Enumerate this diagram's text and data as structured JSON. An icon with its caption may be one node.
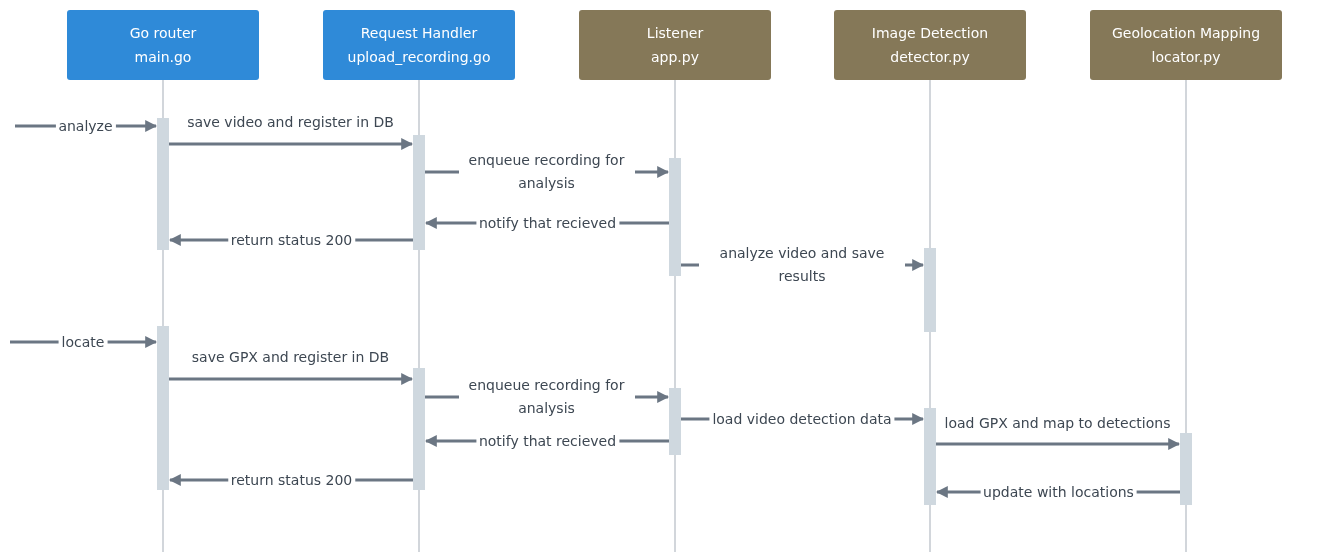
{
  "diagram": {
    "nodes": [
      {
        "text": [
          "Go router",
          "main.go"
        ]
      },
      {
        "text": [
          "Request Handler",
          "upload_recording.go"
        ]
      },
      {
        "text": [
          "Listener",
          "app.py"
        ]
      },
      {
        "text": [
          "Image Detection",
          "detector.py"
        ]
      },
      {
        "text": [
          "Geolocation Mapping",
          "locator.py"
        ]
      },
      {
        "text": [],
        "shape": "bar"
      },
      {
        "text": [],
        "shape": "bar"
      },
      {
        "text": [],
        "shape": "bar"
      },
      {
        "text": [],
        "shape": "bar"
      },
      {
        "text": [],
        "shape": "bar"
      },
      {
        "text": [],
        "shape": "bar"
      },
      {
        "text": [],
        "shape": "bar"
      },
      {
        "text": [],
        "shape": "bar"
      },
      {
        "text": [],
        "shape": "bar"
      }
    ],
    "edges": [
      {
        "from": null,
        "to": 5,
        "arrow": "to",
        "label": "analyze"
      },
      {
        "from": 5,
        "to": 6,
        "arrow": "to",
        "label": "save video and register in DB"
      },
      {
        "from": 6,
        "to": 7,
        "arrow": "to",
        "label": "enqueue recording for analysis"
      },
      {
        "from": 7,
        "to": 6,
        "arrow": "to",
        "label": "notify that recieved"
      },
      {
        "from": 6,
        "to": 5,
        "arrow": "to",
        "label": "return status 200"
      },
      {
        "from": 7,
        "to": 8,
        "arrow": "to",
        "label": "analyze video and save results"
      },
      {
        "from": null,
        "to": 9,
        "arrow": "to",
        "label": "locate"
      },
      {
        "from": 9,
        "to": 10,
        "arrow": "to",
        "label": "save GPX and register in DB"
      },
      {
        "from": 10,
        "to": 11,
        "arrow": "to",
        "label": "enqueue recording for analysis"
      },
      {
        "from": 11,
        "to": 10,
        "arrow": "to",
        "label": "notify that recieved"
      },
      {
        "from": 11,
        "to": 12,
        "arrow": "to",
        "label": "load video detection data"
      },
      {
        "from": 12,
        "to": 13,
        "arrow": "to",
        "label": "load GPX and map to detections"
      },
      {
        "from": 13,
        "to": 12,
        "arrow": "to",
        "label": "update with locations"
      },
      {
        "from": 10,
        "to": 9,
        "arrow": "to",
        "label": "return status 200"
      }
    ]
  }
}
